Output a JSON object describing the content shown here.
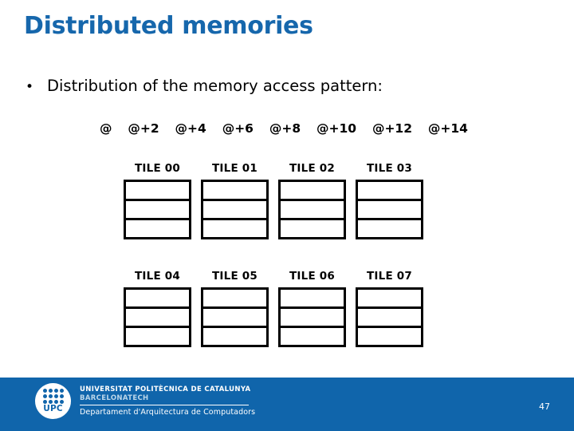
{
  "slide": {
    "title": "Distributed memories",
    "title_color": "#1667ac",
    "bullet": {
      "marker": "•",
      "text": "Distribution of the memory access pattern:"
    }
  },
  "address_labels": [
    "@",
    "@+2",
    "@+4",
    "@+6",
    "@+8",
    "@+10",
    "@+12",
    "@+14"
  ],
  "tiles": {
    "rows": [
      [
        {
          "label": "TILE 00",
          "cells": 3
        },
        {
          "label": "TILE 01",
          "cells": 3
        },
        {
          "label": "TILE 02",
          "cells": 3
        },
        {
          "label": "TILE 03",
          "cells": 3
        }
      ],
      [
        {
          "label": "TILE 04",
          "cells": 3
        },
        {
          "label": "TILE 05",
          "cells": 3
        },
        {
          "label": "TILE 06",
          "cells": 3
        },
        {
          "label": "TILE 07",
          "cells": 3
        }
      ]
    ]
  },
  "footer": {
    "band_color": "#1065ab",
    "logo": {
      "word": "UPC",
      "dot_rows": 3,
      "dot_cols": 4
    },
    "university_line1": "UNIVERSITAT POLITÈCNICA DE CATALUNYA",
    "university_line2": "BARCELONATECH",
    "department": "Departament d'Arquitectura de Computadors",
    "page_number": "47"
  }
}
